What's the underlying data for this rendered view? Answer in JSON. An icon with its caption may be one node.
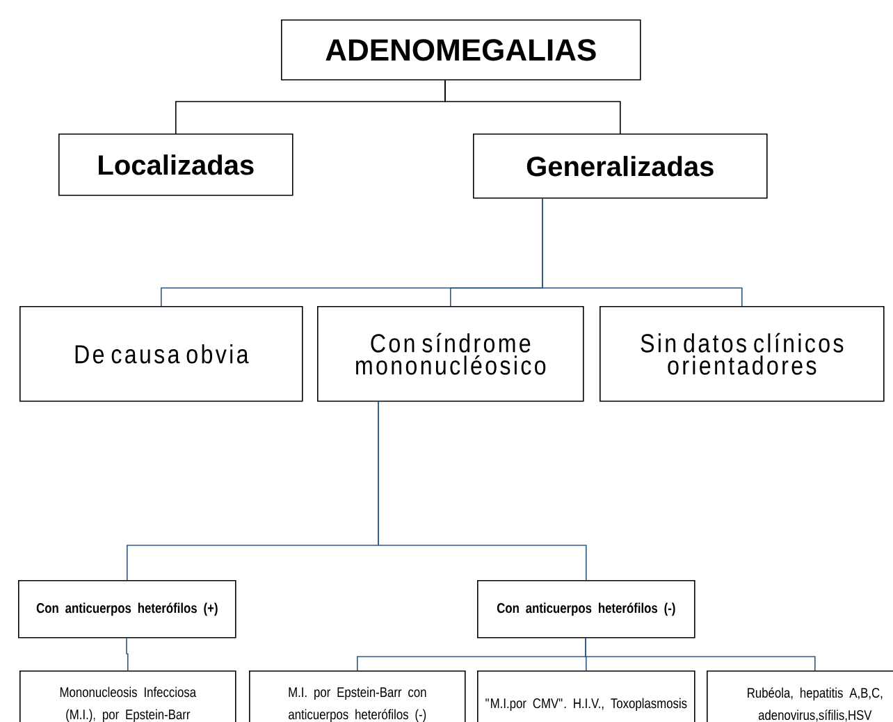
{
  "diagram": {
    "nodes": [
      {
        "text": [
          "ADENOMEGALIAS"
        ]
      },
      {
        "text": [
          "Localizadas"
        ]
      },
      {
        "text": [
          "Generalizadas"
        ]
      },
      {
        "text": [
          "De causa obvia"
        ]
      },
      {
        "text": [
          "Con síndrome mononucléosico"
        ]
      },
      {
        "text": [
          "Sin datos clínicos orientadores"
        ]
      },
      {
        "text": [
          "Con anticuerpos heterófilos (+)"
        ]
      },
      {
        "text": [
          "Con anticuerpos heterófilos (-)"
        ]
      },
      {
        "text": [
          "Mononucleosis Infecciosa (M.I.), por Epstein-Barr"
        ]
      },
      {
        "text": [
          "M.I. por Epstein-Barr con anticuerpos heterófilos (-)"
        ]
      },
      {
        "text": [
          "\"M.I.por CMV\". H.I.V., Toxoplasmosis"
        ]
      },
      {
        "text": [
          "Rubéola, hepatitis A,B,C, adenovirus,sífilis,HSV"
        ]
      }
    ],
    "edges": [
      {
        "from": 0,
        "to": 1,
        "arrow": "none",
        "color": "#000000"
      },
      {
        "from": 0,
        "to": 2,
        "arrow": "none",
        "color": "#000000"
      },
      {
        "from": 2,
        "to": 3,
        "arrow": "none"
      },
      {
        "from": 2,
        "to": 4,
        "arrow": "none"
      },
      {
        "from": 2,
        "to": 5,
        "arrow": "none"
      },
      {
        "from": 4,
        "to": 6,
        "arrow": "none"
      },
      {
        "from": 4,
        "to": 7,
        "arrow": "none"
      },
      {
        "from": 6,
        "to": 8,
        "arrow": "none"
      },
      {
        "from": 7,
        "to": 9,
        "arrow": "none"
      },
      {
        "from": 7,
        "to": 10,
        "arrow": "none"
      },
      {
        "from": 7,
        "to": 11,
        "arrow": "none"
      }
    ]
  }
}
